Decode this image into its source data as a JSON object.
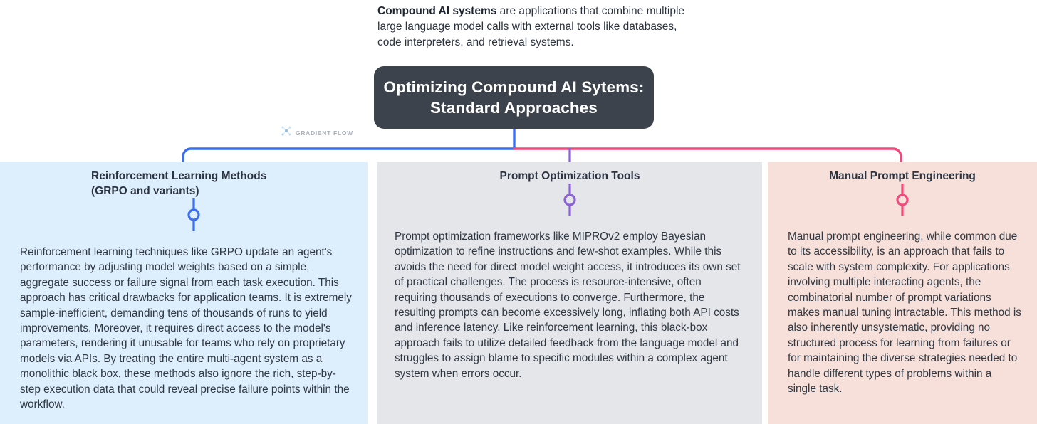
{
  "intro": {
    "lead": "Compound AI systems",
    "rest": " are applications that combine multiple large language model calls with external tools like databases, code interpreters, and retrieval systems."
  },
  "title_card": {
    "text": "Optimizing Compound AI Sytems:\nStandard Approaches",
    "background_color": "#3c434c",
    "text_color": "#ffffff"
  },
  "watermark": {
    "label": "GRADIENT FLOW",
    "icon": "network-nodes-icon",
    "color": "#9aa3ad"
  },
  "connectors": {
    "left_branch_color": "#3b6ef0",
    "middle_branch_color": "#8b62d6",
    "right_branch_color": "#ef4a7b",
    "trunk_color": "#3b6ef0"
  },
  "columns": [
    {
      "id": "reinforcement-learning-methods",
      "heading": "Reinforcement Learning Methods\n(GRPO and variants)",
      "accent_color": "#3b6ef0",
      "background_color": "#ddeefc",
      "body": "Reinforcement learning techniques like GRPO update an agent's performance by adjusting model weights based on a simple, aggregate success or failure signal from each task execution. This approach has critical drawbacks for application teams. It is extremely sample-inefficient, demanding tens of thousands of runs to yield improvements. Moreover, it requires direct access to the model's parameters, rendering it unusable for teams who rely on proprietary models via APIs. By treating the entire multi-agent system as a monolithic black box, these methods also ignore the rich, step-by-step execution data that could reveal precise failure points within the workflow."
    },
    {
      "id": "prompt-optimization-tools",
      "heading": "Prompt Optimization Tools",
      "accent_color": "#8b62d6",
      "background_color": "#e5e6ea",
      "body": "Prompt optimization frameworks like MIPROv2 employ Bayesian optimization to refine instructions and few-shot examples. While this avoids the need for direct model weight access, it introduces its own set of practical challenges. The process is resource-intensive, often requiring thousands of executions to converge. Furthermore, the resulting prompts can become excessively long, inflating both API costs and inference latency. Like reinforcement learning, this black-box approach fails to utilize detailed feedback from the language model and struggles to assign blame to specific modules within a complex agent system when errors occur."
    },
    {
      "id": "manual-prompt-engineering",
      "heading": "Manual Prompt Engineering",
      "accent_color": "#ef4a7b",
      "background_color": "#f7e0da",
      "body": "Manual prompt engineering, while common due to its accessibility, is an approach that fails to scale with system complexity. For applications involving multiple interacting agents, the combinatorial number of prompt variations makes manual tuning intractable. This method is also inherently unsystematic, providing no structured process for learning from failures or for maintaining the diverse strategies needed to handle different types of problems within a single task."
    }
  ]
}
